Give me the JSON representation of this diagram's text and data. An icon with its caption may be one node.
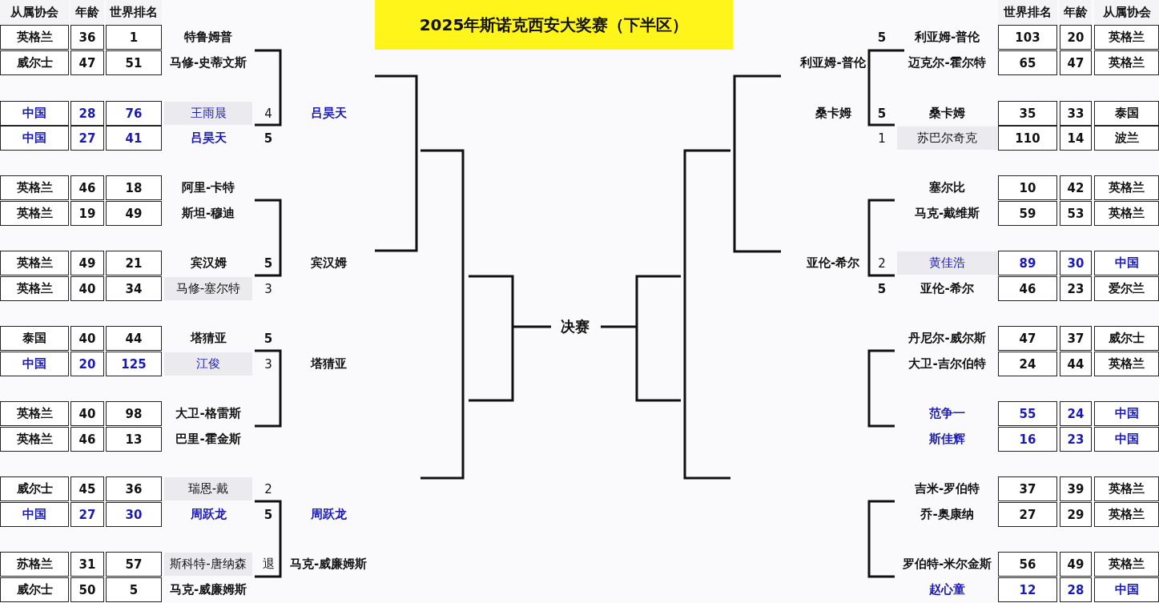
{
  "diagram": {
    "title": "2025年斯诺克西安大奖赛（下半区）",
    "nodes": [
      {
        "text": [
          "特鲁姆普"
        ]
      },
      {
        "text": [
          "马修-史蒂文斯"
        ]
      },
      {
        "text": [
          "王雨晨"
        ]
      },
      {
        "text": [
          "吕昊天"
        ]
      },
      {
        "text": [
          "阿里-卡特"
        ]
      },
      {
        "text": [
          "斯坦-穆迪"
        ]
      },
      {
        "text": [
          "宾汉姆"
        ]
      },
      {
        "text": [
          "马修-塞尔特"
        ]
      },
      {
        "text": [
          "塔猜亚"
        ]
      },
      {
        "text": [
          "江俊"
        ]
      },
      {
        "text": [
          "大卫-格雷斯"
        ]
      },
      {
        "text": [
          "巴里-霍金斯"
        ]
      },
      {
        "text": [
          "瑞恩-戴"
        ]
      },
      {
        "text": [
          "周跃龙"
        ]
      },
      {
        "text": [
          "斯科特-唐纳森"
        ]
      },
      {
        "text": [
          "马克-威廉姆斯"
        ]
      },
      {
        "text": [
          "利亚姆-普伦"
        ]
      },
      {
        "text": [
          "迈克尔-霍尔特"
        ]
      },
      {
        "text": [
          "桑卡姆"
        ]
      },
      {
        "text": [
          "苏巴尔奇克"
        ]
      },
      {
        "text": [
          "塞尔比"
        ]
      },
      {
        "text": [
          "马克-戴维斯"
        ]
      },
      {
        "text": [
          "黄佳浩"
        ]
      },
      {
        "text": [
          "亚伦-希尔"
        ]
      },
      {
        "text": [
          "丹尼尔-威尔斯"
        ]
      },
      {
        "text": [
          "大卫-吉尔伯特"
        ]
      },
      {
        "text": [
          "范争一"
        ]
      },
      {
        "text": [
          "斯佳辉"
        ]
      },
      {
        "text": [
          "吉米-罗伯特"
        ]
      },
      {
        "text": [
          "乔-奥康纳"
        ]
      },
      {
        "text": [
          "罗伯特-米尔金斯"
        ]
      },
      {
        "text": [
          "赵心童"
        ]
      }
    ],
    "labels": [
      "从属协会",
      "年龄",
      "世界排名",
      "英格兰",
      "36",
      "1",
      "威尔士",
      "47",
      "51",
      "中国",
      "28",
      "76",
      "4",
      "吕昊天",
      "中国",
      "27",
      "41",
      "5",
      "英格兰",
      "46",
      "18",
      "英格兰",
      "19",
      "49",
      "英格兰",
      "49",
      "21",
      "5",
      "宾汉姆",
      "英格兰",
      "40",
      "34",
      "3",
      "泰国",
      "40",
      "44",
      "5",
      "中国",
      "20",
      "125",
      "3",
      "塔猜亚",
      "英格兰",
      "40",
      "98",
      "英格兰",
      "46",
      "13",
      "威尔士",
      "45",
      "36",
      "2",
      "中国",
      "27",
      "30",
      "5",
      "周跃龙",
      "苏格兰",
      "31",
      "57",
      "退",
      "马克-威廉姆斯",
      "威尔士",
      "50",
      "5",
      "决赛",
      "世界排名",
      "年龄",
      "从属协会",
      "5",
      "103",
      "20",
      "英格兰",
      "利亚姆-普伦",
      "65",
      "47",
      "英格兰",
      "桑卡姆",
      "5",
      "35",
      "33",
      "泰国",
      "1",
      "110",
      "14",
      "波兰",
      "10",
      "42",
      "英格兰",
      "59",
      "53",
      "英格兰",
      "亚伦-希尔",
      "2",
      "89",
      "30",
      "中国",
      "5",
      "46",
      "23",
      "爱尔兰",
      "47",
      "37",
      "威尔士",
      "24",
      "44",
      "英格兰",
      "55",
      "24",
      "中国",
      "16",
      "23",
      "中国",
      "37",
      "39",
      "英格兰",
      "27",
      "29",
      "英格兰",
      "56",
      "49",
      "英格兰",
      "12",
      "28",
      "中国"
    ]
  }
}
